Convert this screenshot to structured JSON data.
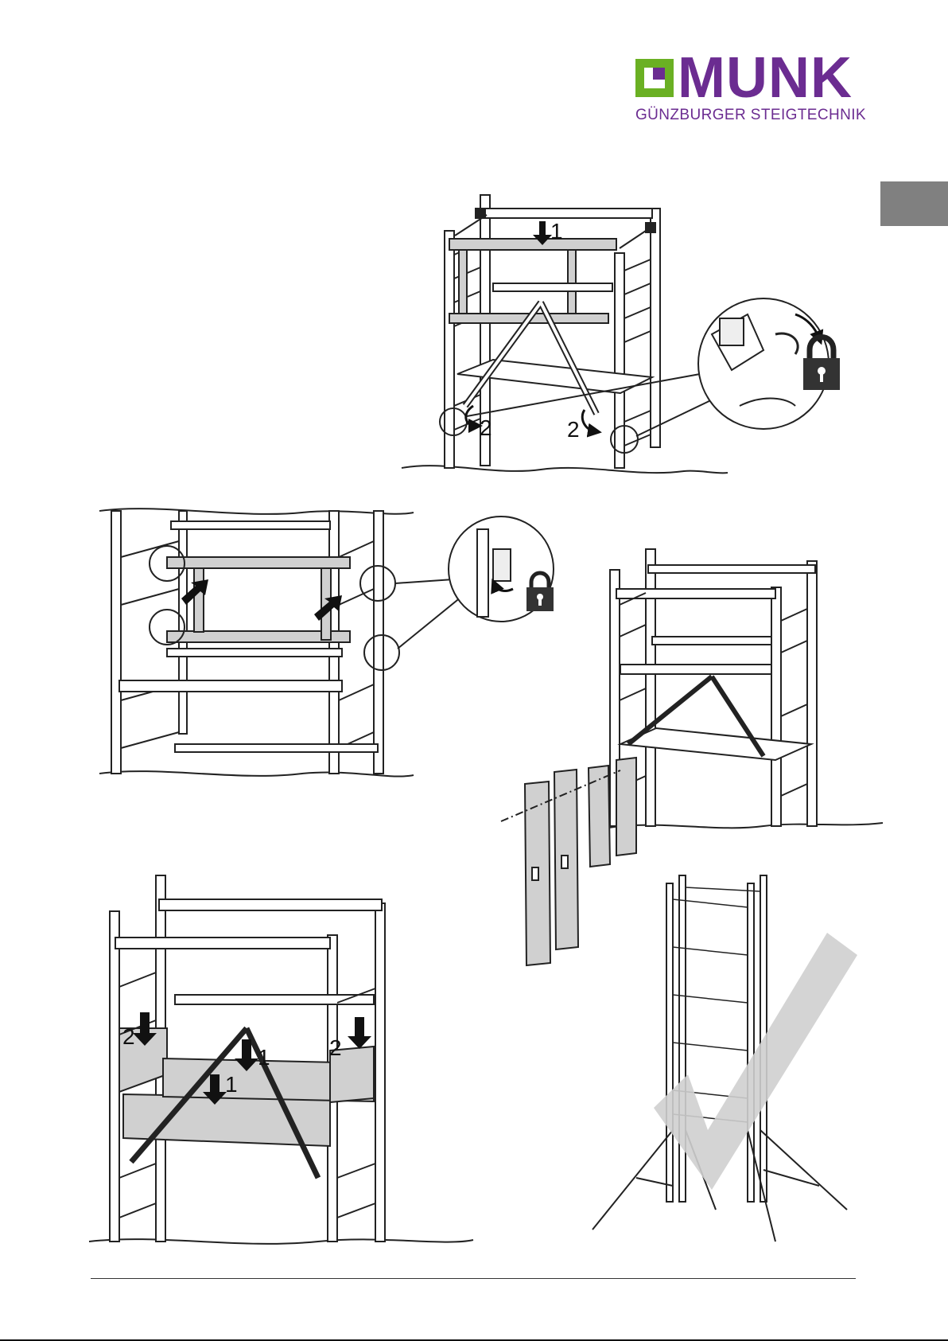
{
  "logo": {
    "brand": "MUNK",
    "subtitle": "GÜNZBURGER STEIGTECHNIK",
    "colors": {
      "green": "#6ab023",
      "purple": "#6b2c91"
    }
  },
  "side_tab_color": "#808080",
  "step_labels": {
    "fig1_label_1": "1",
    "fig1_label_2a": "2",
    "fig1_label_2b": "2",
    "fig3_label_2a": "2",
    "fig3_label_1a": "1",
    "fig3_label_1b": "1",
    "fig3_label_2b": "2"
  },
  "icons": [
    "padlock-icon",
    "arrow-down-icon",
    "checkmark-icon"
  ]
}
